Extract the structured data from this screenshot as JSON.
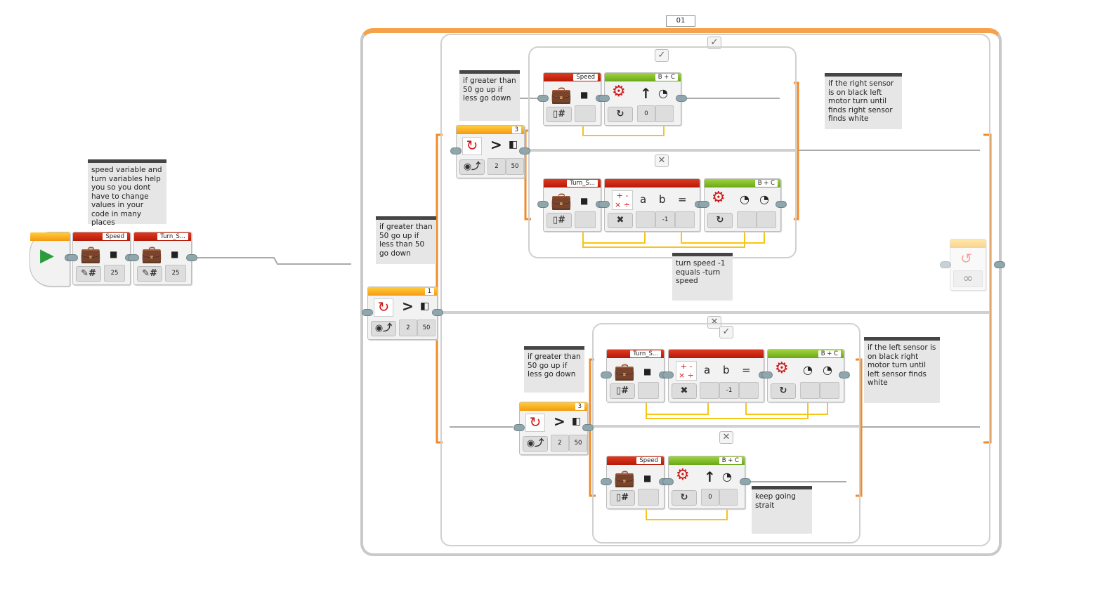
{
  "loop": {
    "label": "01",
    "mode_icon": "infinity-icon",
    "end_icon": "loop-arrow-icon"
  },
  "case_icons": {
    "true": "✓",
    "false": "✕"
  },
  "comments": [
    "speed variable and turn variables help you so you dont have to change values in your code in many places",
    "if greater than 50 go up if less than 50 go down",
    "if greater than 50 go up if less go down",
    "if the right sensor is on black left motor turn until finds right sensor finds white",
    "turn speed -1 equals -turn speed",
    "if greater than 50 go up if less go down",
    "if the left sensor is on black right motor turn until left sensor finds white",
    "keep going strait"
  ],
  "blocks": [
    {
      "type": "start",
      "icon": "play-icon"
    },
    {
      "type": "variable-write",
      "header": "Speed",
      "values": [
        "25"
      ]
    },
    {
      "type": "variable-write",
      "header": "Turn_S...",
      "values": [
        "25"
      ]
    },
    {
      "type": "switch-color-compare",
      "header": "1",
      "operator": ">",
      "values": [
        "2",
        "50"
      ]
    },
    {
      "type": "switch-color-compare",
      "header": "3",
      "operator": ">",
      "values": [
        "2",
        "50"
      ]
    },
    {
      "type": "variable-read",
      "header": "Speed",
      "values": [
        ""
      ]
    },
    {
      "type": "move-steering",
      "header": "B + C",
      "values": [
        "0",
        ""
      ]
    },
    {
      "type": "variable-read",
      "header": "Turn_S...",
      "values": [
        ""
      ]
    },
    {
      "type": "math",
      "header": "",
      "operator_labels": [
        "a",
        "b",
        "="
      ],
      "values": [
        "",
        "-1",
        ""
      ]
    },
    {
      "type": "move-tank",
      "header": "B + C",
      "values": [
        "",
        ""
      ]
    },
    {
      "type": "switch-color-compare",
      "header": "3",
      "operator": ">",
      "values": [
        "2",
        "50"
      ]
    },
    {
      "type": "variable-read",
      "header": "Turn_S...",
      "values": [
        ""
      ]
    },
    {
      "type": "math",
      "header": "",
      "operator_labels": [
        "a",
        "b",
        "="
      ],
      "values": [
        "",
        "-1",
        ""
      ]
    },
    {
      "type": "move-tank",
      "header": "B + C",
      "values": [
        "",
        ""
      ]
    },
    {
      "type": "variable-read",
      "header": "Speed",
      "values": [
        ""
      ]
    },
    {
      "type": "move-steering",
      "header": "B + C",
      "values": [
        "0",
        ""
      ]
    }
  ],
  "colors": {
    "action": "#c92a14",
    "motor": "#86c22a",
    "flow": "#f5a020",
    "wire": "#f5c518"
  }
}
